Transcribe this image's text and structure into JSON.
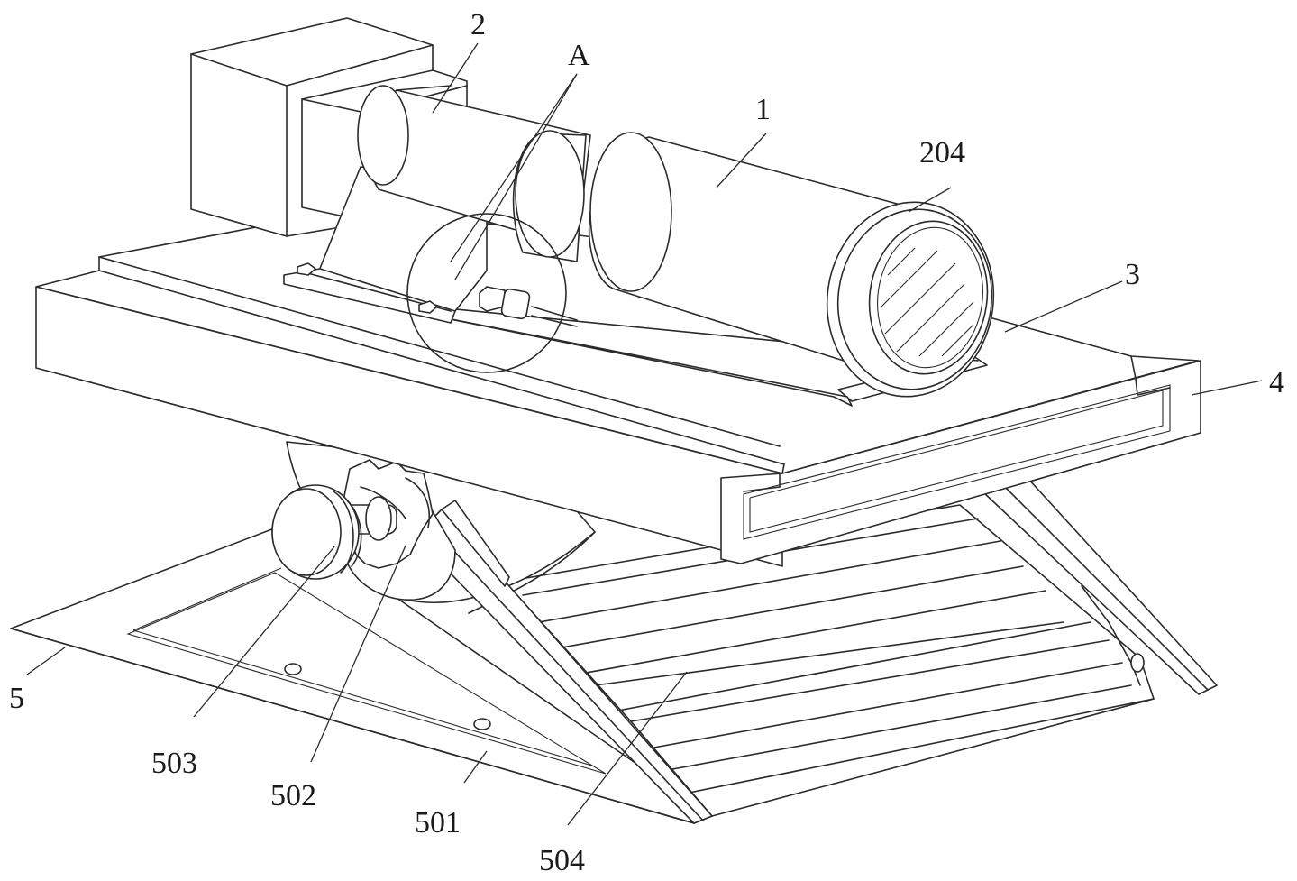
{
  "labels": {
    "part_1": "1",
    "part_2": "2",
    "detail_a": "A",
    "part_204": "204",
    "part_3": "3",
    "part_4": "4",
    "part_5": "5",
    "part_503": "503",
    "part_502": "502",
    "part_501": "501",
    "part_504": "504"
  }
}
